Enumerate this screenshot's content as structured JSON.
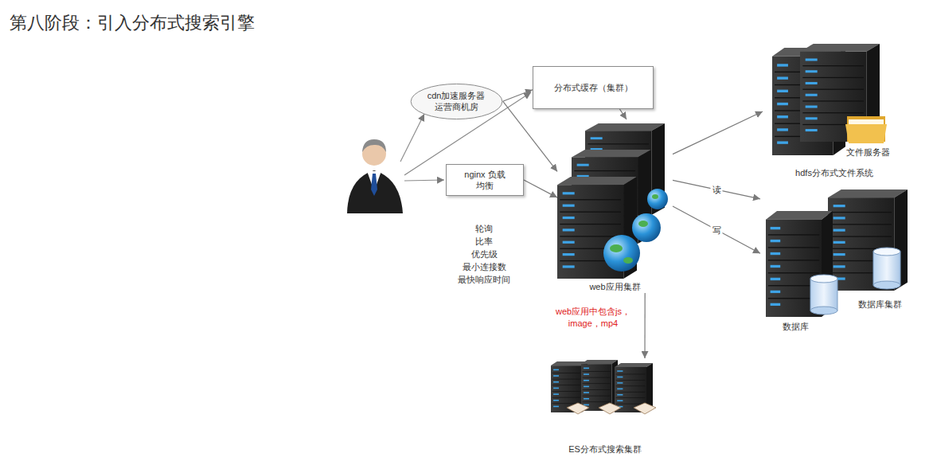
{
  "diagram": {
    "title": "第八阶段：引入分布式搜索引擎",
    "nodes": [
      {
        "text": [
          "cdn加速服务器 运营商机房"
        ]
      },
      {
        "text": [
          "分布式缓存（集群）"
        ]
      },
      {
        "text": [
          "nginx 负载均衡"
        ]
      },
      {
        "text": [
          "web应用集群"
        ]
      },
      {
        "text": [
          "文件服务器",
          "hdfs分布式文件系统"
        ]
      },
      {
        "text": [
          "数据库",
          "数据库集群"
        ]
      },
      {
        "text": [
          "ES分布式搜索集群"
        ]
      }
    ],
    "edges": [
      {
        "from": 0,
        "to": 1,
        "arrow": "to"
      },
      {
        "from": 0,
        "to": 3,
        "arrow": "to"
      },
      {
        "from": 1,
        "to": 3,
        "arrow": "to"
      },
      {
        "from": 2,
        "to": 3,
        "arrow": "to"
      },
      {
        "from": 3,
        "to": 4,
        "arrow": "to"
      },
      {
        "from": 3,
        "to": 5,
        "label": "读",
        "arrow": "to"
      },
      {
        "from": 3,
        "to": 5,
        "label": "写",
        "arrow": "to"
      },
      {
        "from": 3,
        "to": 6,
        "arrow": "to"
      }
    ],
    "labels": [
      "轮询",
      "比率",
      "优先级",
      "最小连接数",
      "最快响应时间",
      "web应用中包含js，image，mp4"
    ]
  }
}
